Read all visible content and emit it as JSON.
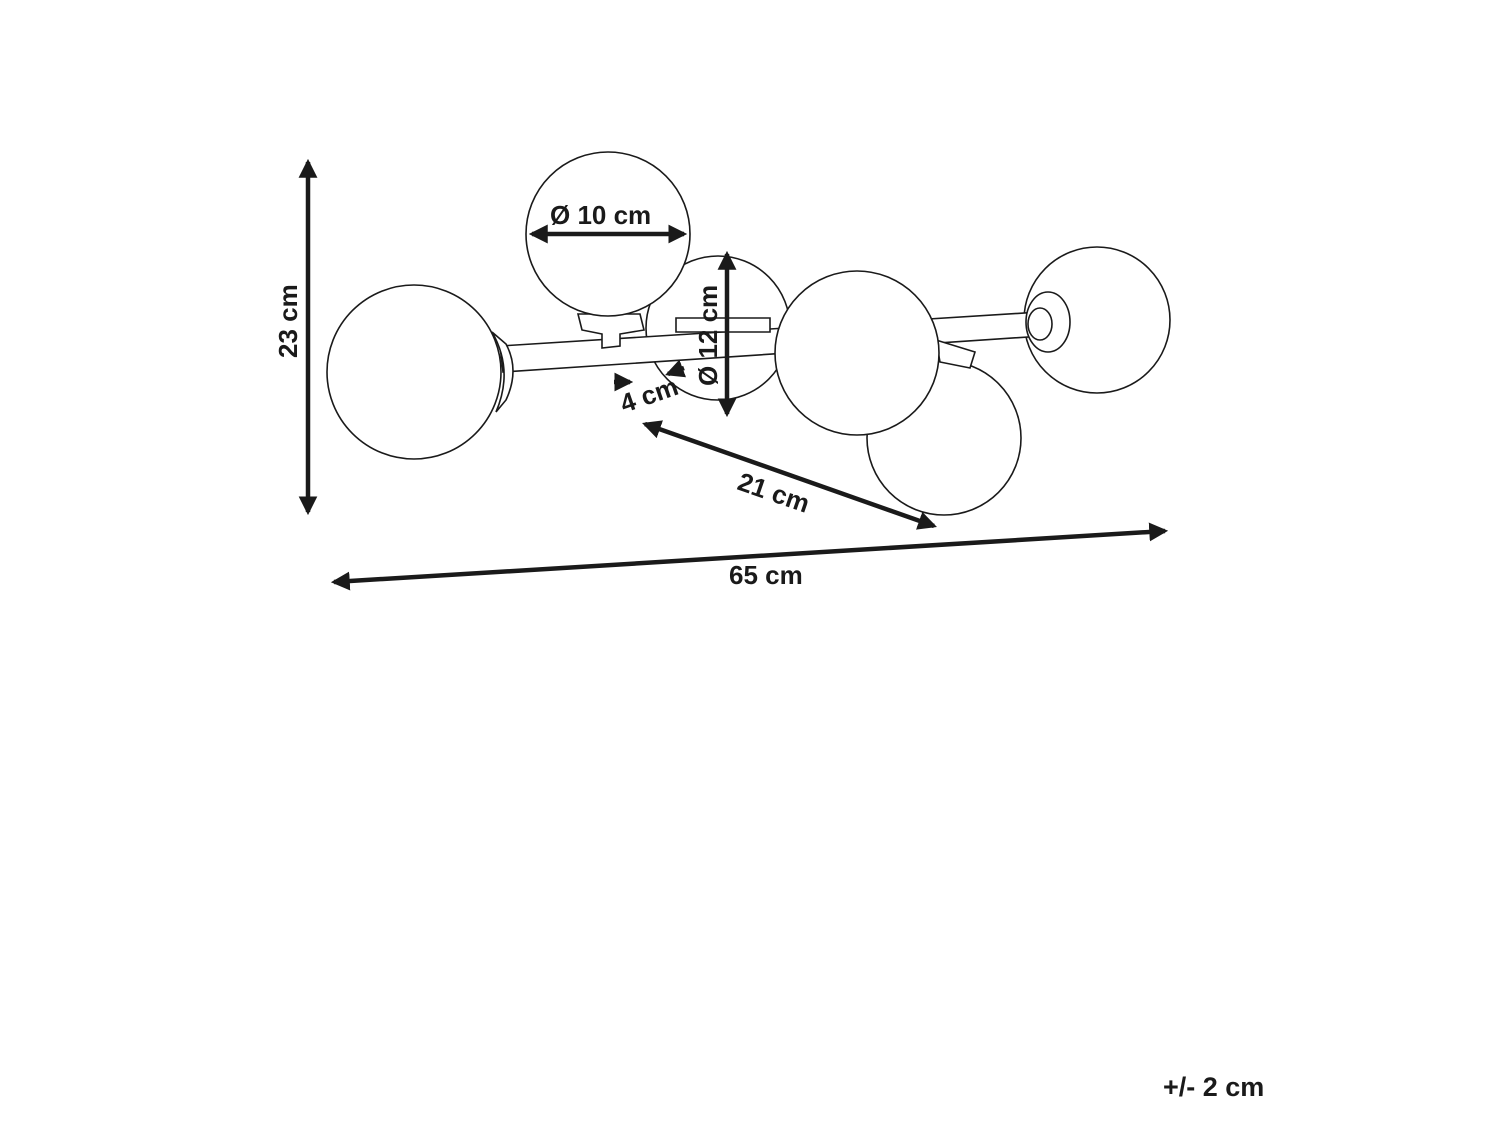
{
  "dimensions": {
    "height": "23 cm",
    "width": "65 cm",
    "depth": "21 cm",
    "arm_length": "4 cm",
    "small_globe_diameter": "Ø 10 cm",
    "large_globe_diameter": "Ø 12 cm"
  },
  "tolerance": "+/- 2 cm"
}
